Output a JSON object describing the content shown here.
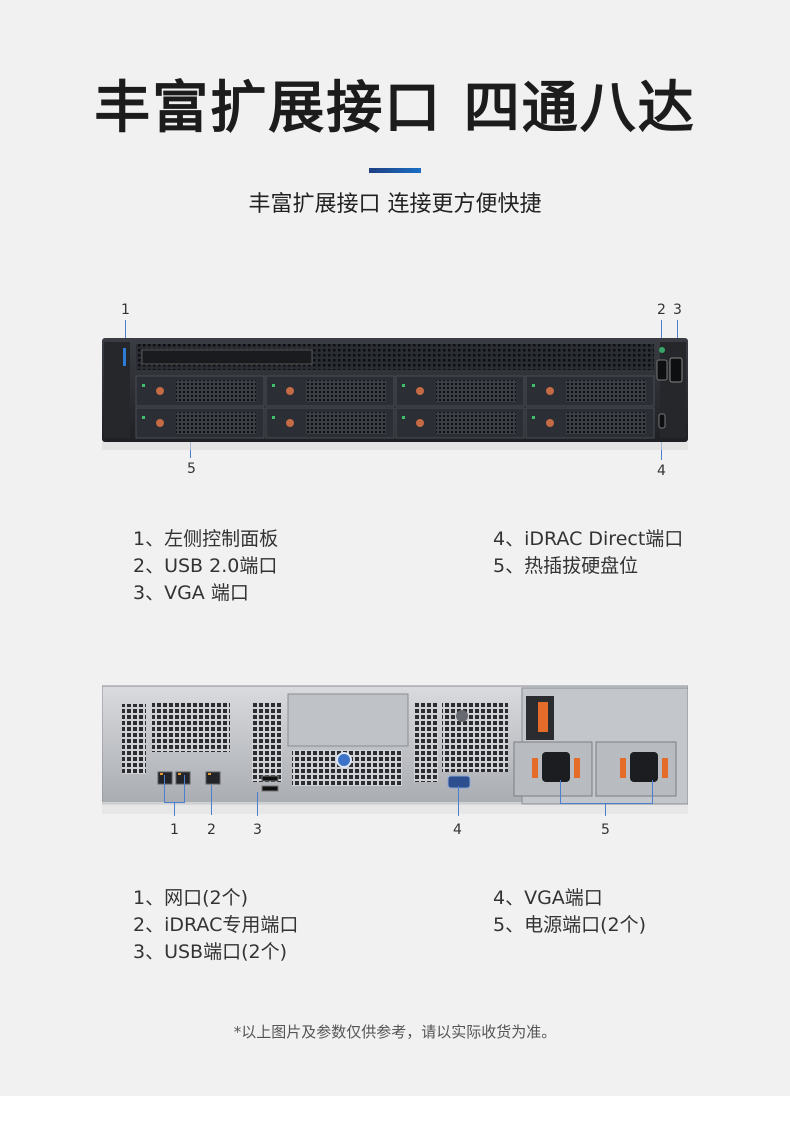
{
  "header": {
    "title": "丰富扩展接口 四通八达",
    "subtitle": "丰富扩展接口 连接更方便快捷"
  },
  "front": {
    "callouts": [
      "1",
      "2",
      "3",
      "4",
      "5"
    ],
    "items": [
      "1、左侧控制面板",
      "2、USB 2.0端口",
      "3、VGA 端口",
      "4、iDRAC Direct端口",
      "5、热插拔硬盘位"
    ]
  },
  "rear": {
    "callouts": [
      "1",
      "2",
      "3",
      "4",
      "5"
    ],
    "items": [
      "1、网口(2个)",
      "2、iDRAC专用端口",
      "3、USB端口(2个)",
      "4、VGA端口",
      "5、电源端口(2个)"
    ]
  },
  "footer": {
    "disclaimer": "*以上图片及参数仅供参考，请以实际收货为准。"
  },
  "colors": {
    "accent": "#1a6fc4",
    "leader": "#4d7fd1",
    "background": "#f1f1f1"
  }
}
